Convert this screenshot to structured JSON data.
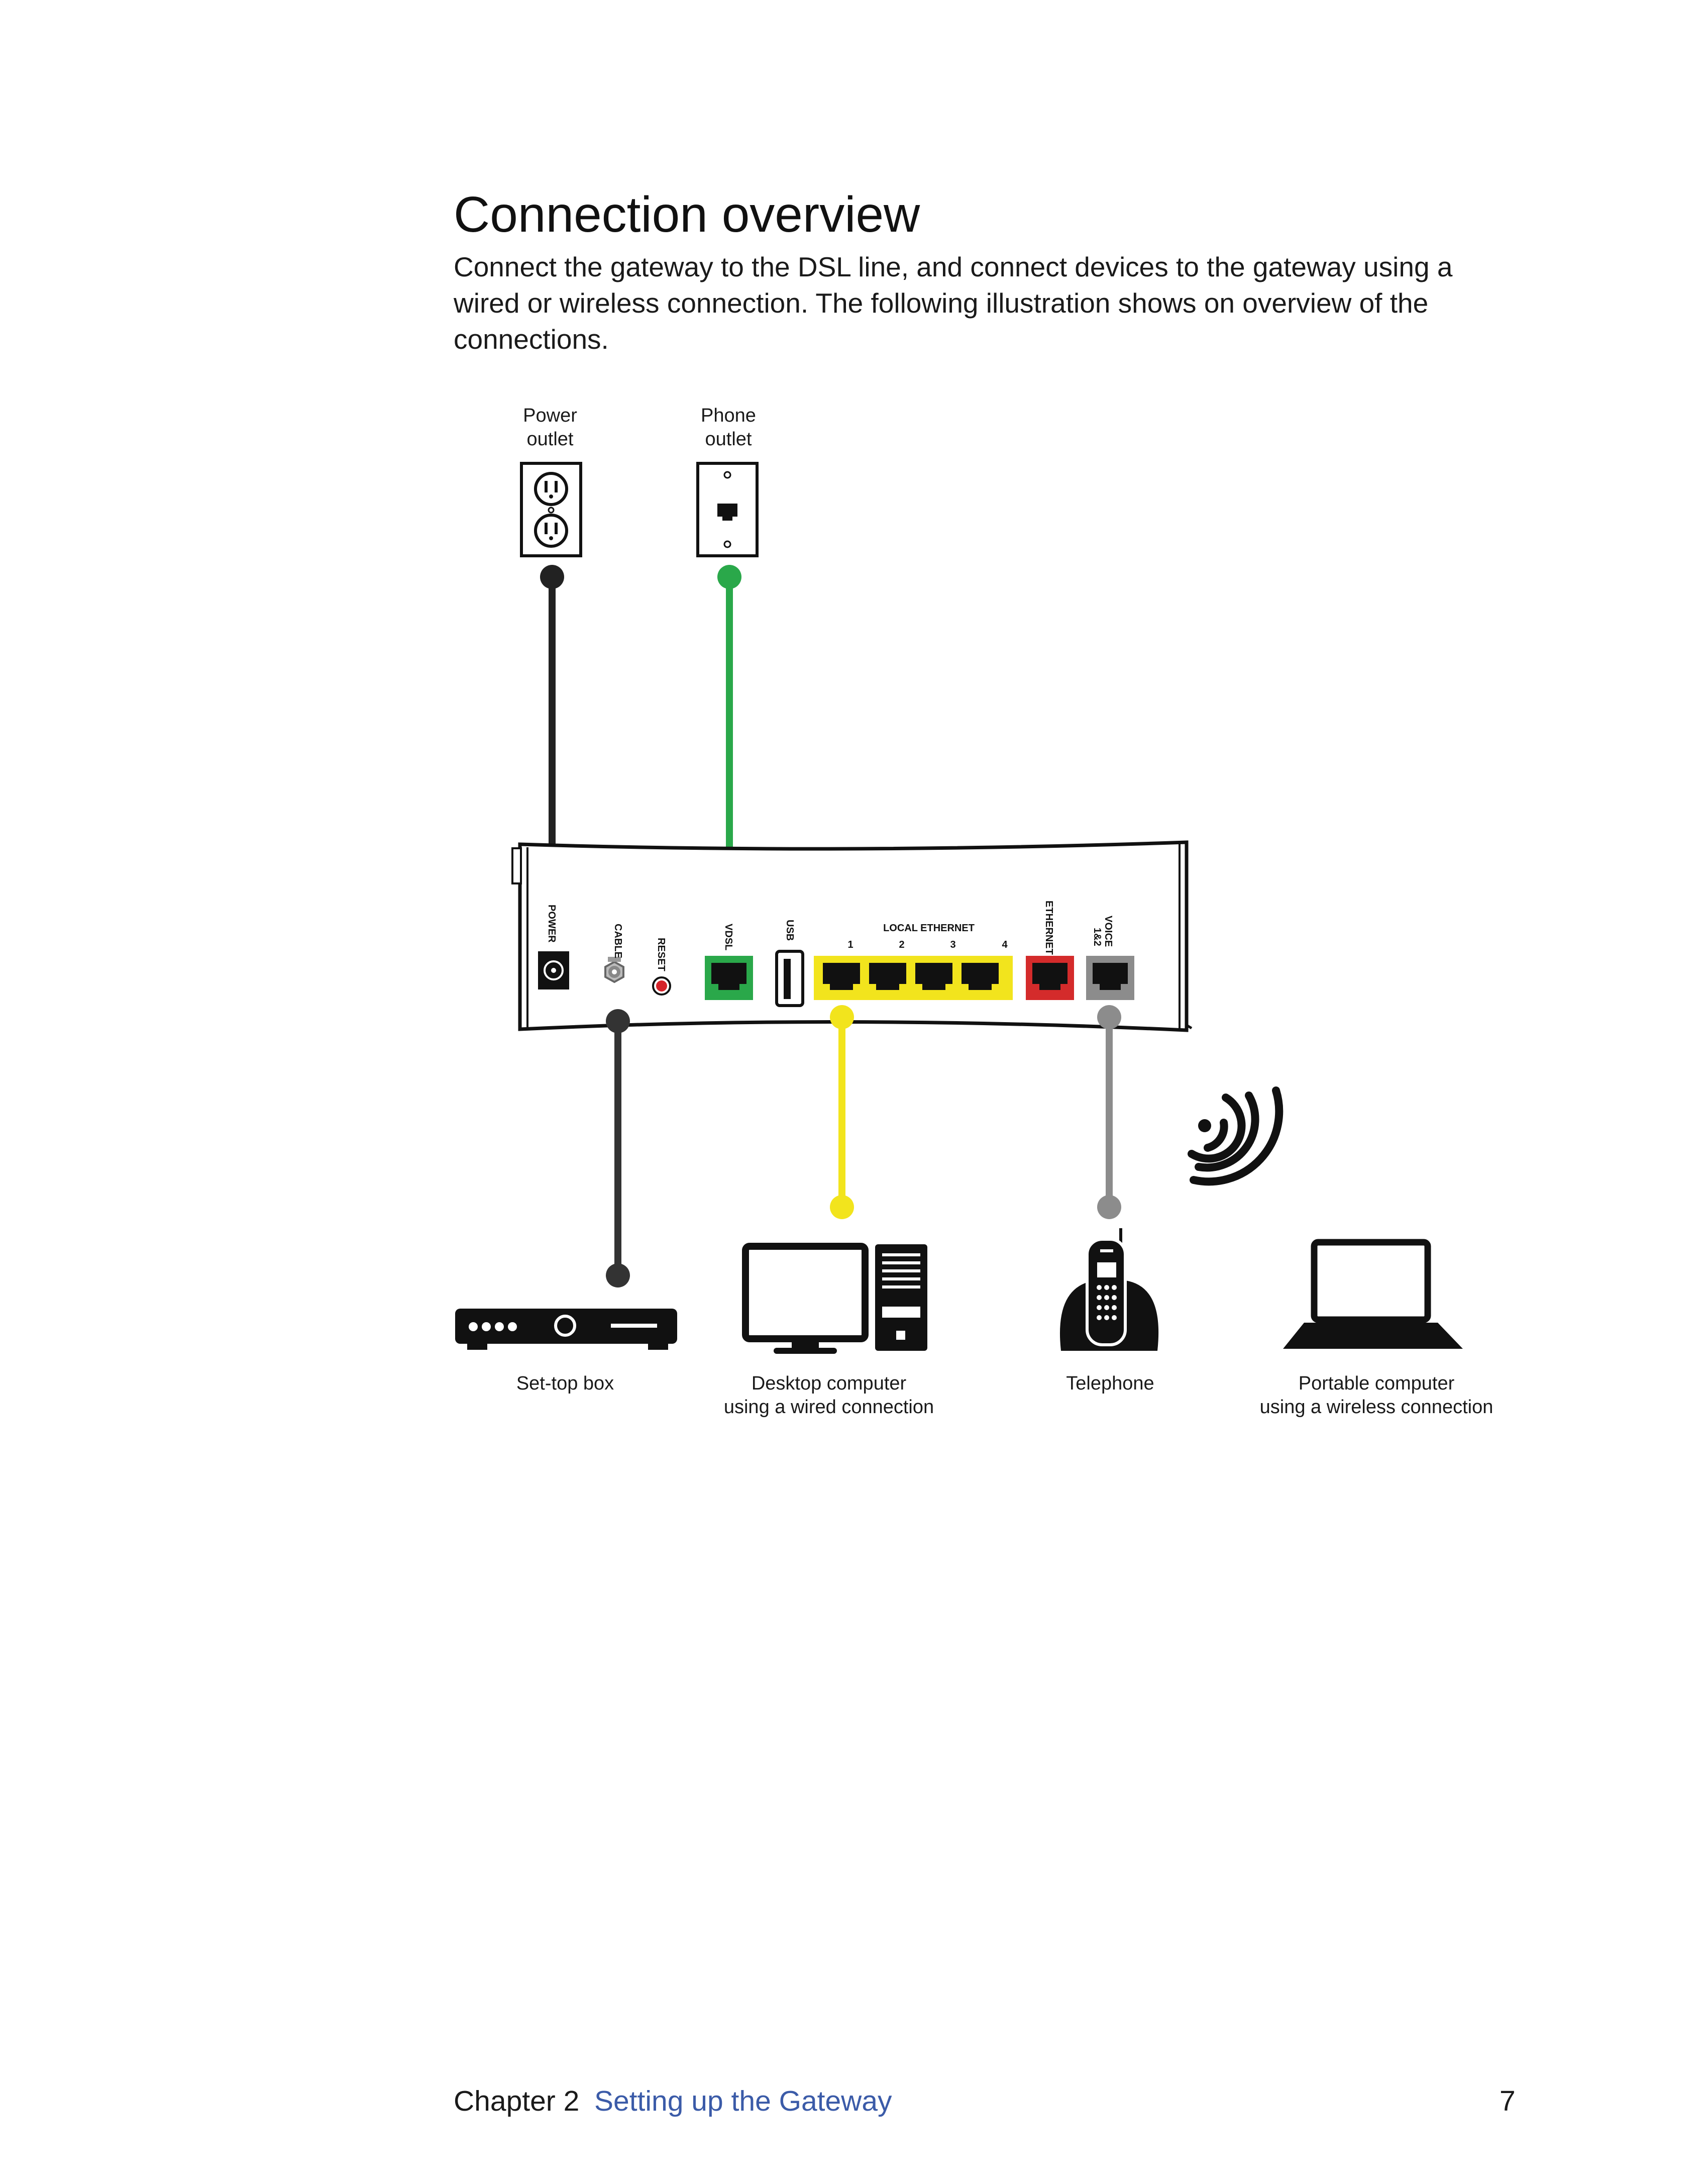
{
  "page": {
    "title": "Connection overview",
    "intro": "Connect the gateway to the DSL line, and connect devices to the gateway using a wired or wireless connection. The following illustration shows on overview of the connections."
  },
  "diagram": {
    "outlets": {
      "power": [
        "Power",
        "outlet"
      ],
      "phone": [
        "Phone",
        "outlet"
      ]
    },
    "ports": {
      "power": "POWER",
      "cable": "CABLE",
      "reset": "RESET",
      "vdsl": "VDSL",
      "usb": "USB",
      "local_ethernet": "LOCAL ETHERNET",
      "ethernet_numbers": [
        "1",
        "2",
        "3",
        "4"
      ],
      "ethernet": "ETHERNET",
      "voice": [
        "VOICE",
        "1&2"
      ]
    },
    "devices": {
      "settop": [
        "Set-top box"
      ],
      "desktop": [
        "Desktop computer",
        "using a wired connection"
      ],
      "telephone": [
        "Telephone"
      ],
      "laptop": [
        "Portable computer",
        "using a wireless connection"
      ]
    },
    "colors": {
      "power_cable": "#222222",
      "phone_cable": "#2aa84a",
      "coax_cable": "#333333",
      "ethernet_cable": "#f2e41d",
      "voice_cable": "#8c8c8c",
      "ethernet_wan_port": "#d42b2b"
    },
    "icons": [
      "power-outlet-icon",
      "phone-outlet-icon",
      "gateway-icon",
      "wireless-signal-icon",
      "set-top-box-icon",
      "desktop-computer-icon",
      "telephone-icon",
      "laptop-icon"
    ]
  },
  "footer": {
    "chapter": "Chapter 2",
    "section": "Setting up the Gateway",
    "page_number": "7"
  }
}
